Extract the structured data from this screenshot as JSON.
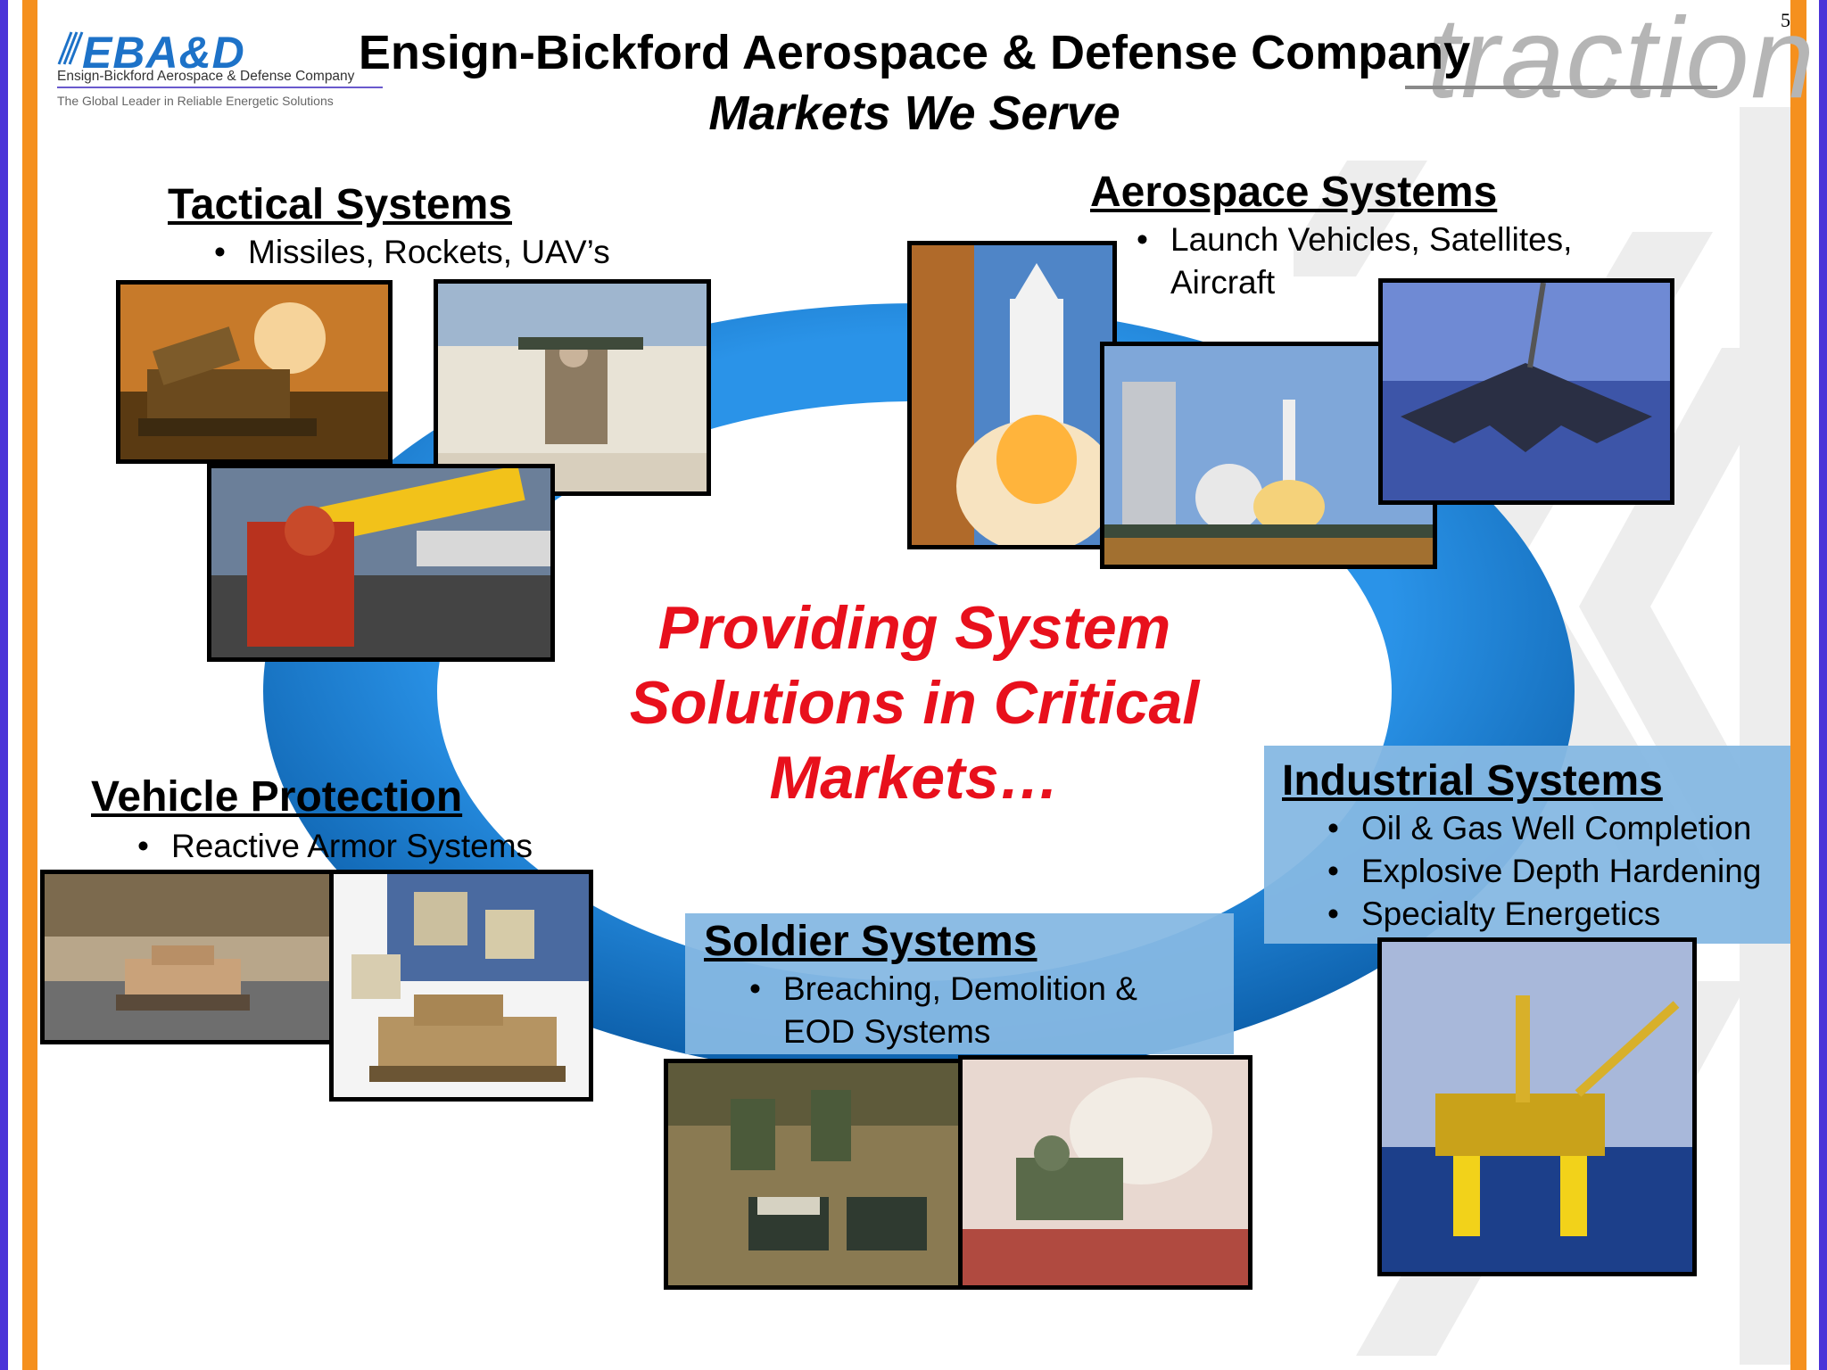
{
  "header": {
    "logo_text": "EBA&D",
    "logo_company": "Ensign-Bickford Aerospace & Defense Company",
    "logo_tagline": "The Global Leader in Reliable Energetic Solutions",
    "title": "Ensign-Bickford Aerospace & Defense Company",
    "subtitle": "Markets We Serve",
    "page_number": "5",
    "partner_logo_text": "traction"
  },
  "center_message": {
    "lines": [
      "Providing System",
      "Solutions in Critical",
      "Markets…"
    ],
    "color": "#e8101c"
  },
  "sections": {
    "tactical": {
      "heading": "Tactical Systems",
      "bullets": [
        "Missiles, Rockets, UAV’s"
      ]
    },
    "aerospace": {
      "heading": "Aerospace Systems",
      "bullets": [
        "Launch Vehicles, Satellites,",
        "Aircraft"
      ]
    },
    "vehicle": {
      "heading": "Vehicle Protection",
      "bullets": [
        "Reactive Armor Systems"
      ]
    },
    "industrial": {
      "heading": "Industrial Systems",
      "bullets": [
        "Oil & Gas Well Completion",
        "Explosive Depth Hardening",
        "Specialty Energetics"
      ]
    },
    "soldier": {
      "heading": "Soldier Systems",
      "bullets": [
        "Breaching, Demolition &",
        "EOD Systems"
      ]
    }
  },
  "colors": {
    "ring_blue": "#1f86df",
    "ring_dark": "#0f66b4",
    "panel_light_blue": "#86b8e3",
    "border_orange": "#f5901e",
    "border_blue": "#4a34d8",
    "logo_blue": "#1d72c8"
  }
}
